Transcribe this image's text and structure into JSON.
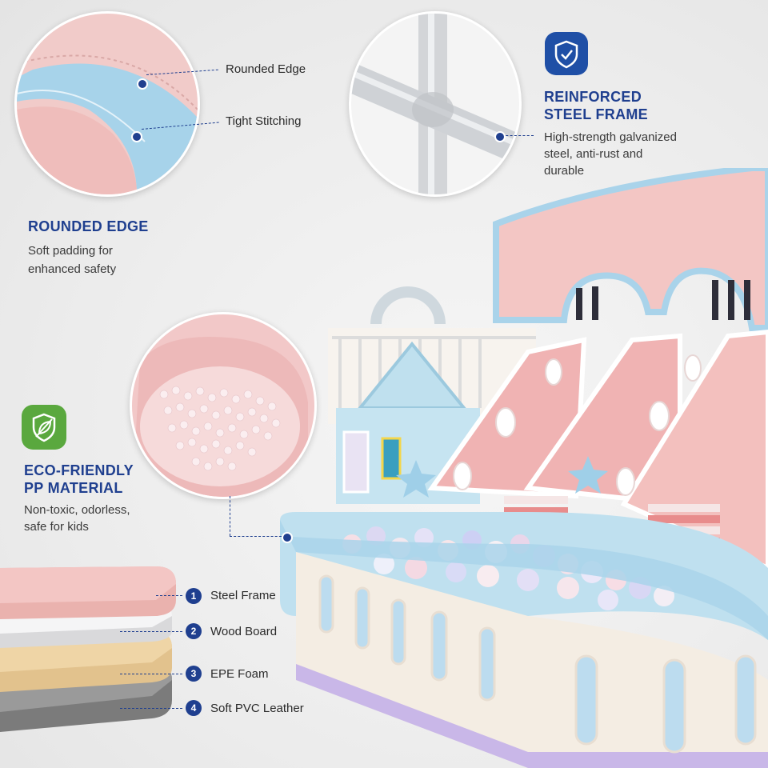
{
  "features": {
    "rounded_edge": {
      "title": "ROUNDED EDGE",
      "desc_line1": "Soft padding for",
      "desc_line2": "enhanced safety",
      "callout_edge": "Rounded Edge",
      "callout_stitch": "Tight Stitching"
    },
    "steel_frame": {
      "title_line1": "REINFORCED",
      "title_line2": "STEEL FRAME",
      "desc_line1": "High-strength galvanized",
      "desc_line2": "steel, anti-rust and",
      "desc_line3": "durable",
      "icon": "shield-check-icon"
    },
    "eco": {
      "title_line1": "ECO-FRIENDLY",
      "title_line2": "PP MATERIAL",
      "desc_line1": "Non-toxic, odorless,",
      "desc_line2": "safe for kids",
      "icon": "leaf-shield-icon"
    }
  },
  "layers": [
    {
      "num": "1",
      "label": "Steel Frame"
    },
    {
      "num": "2",
      "label": "Wood Board"
    },
    {
      "num": "3",
      "label": "EPE Foam"
    },
    {
      "num": "4",
      "label": "Soft PVC Leather"
    }
  ],
  "colors": {
    "accent": "#1f3f8f",
    "pink": "#f3c6c4",
    "blue": "#a9d3ea",
    "eco_green": "#5aa83e"
  }
}
